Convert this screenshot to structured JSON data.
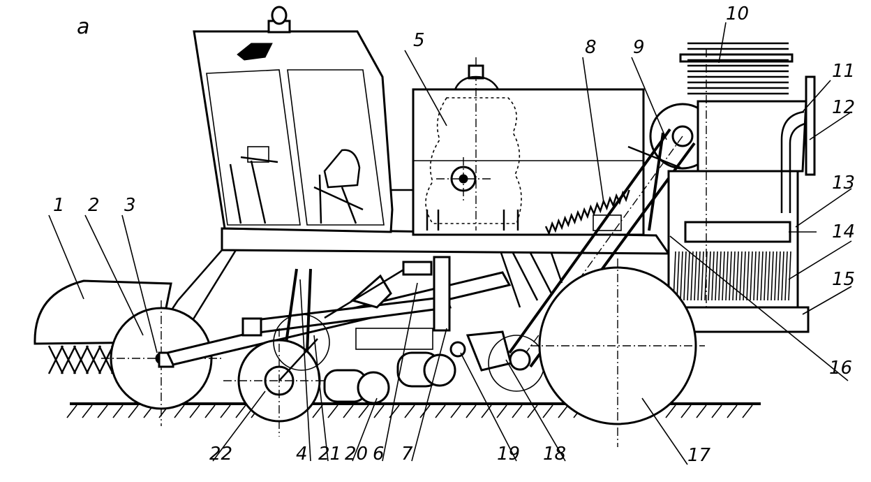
{
  "figure": {
    "subfigure_label": "а",
    "callouts": [
      "1",
      "2",
      "3",
      "4",
      "5",
      "6",
      "7",
      "8",
      "9",
      "10",
      "11",
      "12",
      "13",
      "14",
      "15",
      "16",
      "17",
      "18",
      "19",
      "20",
      "21",
      "22"
    ]
  },
  "colors": {
    "ink": "#000000",
    "paper": "#ffffff"
  }
}
